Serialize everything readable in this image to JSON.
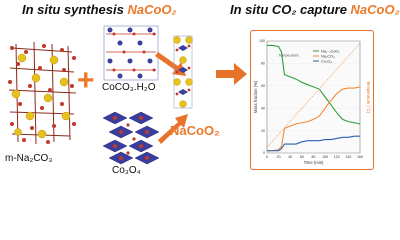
{
  "title_left": {
    "prefix": "In situ synthesis ",
    "compound": "NaCoO₂"
  },
  "title_right": {
    "prefix": "In situ CO₂ capture ",
    "compound": "NaCoO₂"
  },
  "reactants": {
    "carbonate": "m-Na₂CO₃",
    "cobalt_carbonate": "CoCO₃.H₂O",
    "cobalt_oxide": "Co₃O₄"
  },
  "plus_symbol": "+",
  "product": "NaCoO₂",
  "colors": {
    "accent": "#ec7a2b",
    "arrow": "#e8722a",
    "series_green": "#2e9e3e",
    "series_orange": "#f08a3a",
    "series_blue": "#2a5fb0"
  },
  "chart_data": {
    "type": "line",
    "xlabel": "Time (min)",
    "ylabel": "Mass fraction (%)",
    "y2label": "Temperature (°C)",
    "annotation": "Temperature",
    "legend": [
      "Na₂₋ₓCoO₂",
      "Na₂CO₃",
      "Co₃O₄"
    ],
    "x_ticks": [
      "0",
      "20",
      "40",
      "60",
      "80",
      "100",
      "120",
      "140",
      "160"
    ],
    "y_ticks": [
      "0",
      "20",
      "40",
      "60",
      "80",
      "100"
    ],
    "series": [
      {
        "name": "Na₂₋ₓCoO₂",
        "color": "#2e9e3e",
        "x": [
          0,
          10,
          20,
          25,
          30,
          40,
          50,
          60,
          70,
          80,
          90,
          100,
          110,
          120,
          130,
          140,
          150,
          160
        ],
        "y": [
          96,
          96,
          95,
          90,
          70,
          68,
          66,
          63,
          61,
          59,
          57,
          50,
          43,
          36,
          30,
          28,
          27,
          26
        ]
      },
      {
        "name": "Na₂CO₃",
        "color": "#f08a3a",
        "x": [
          0,
          10,
          20,
          25,
          30,
          40,
          50,
          60,
          70,
          80,
          90,
          100,
          110,
          120,
          130,
          140,
          150,
          160
        ],
        "y": [
          2,
          2,
          3,
          6,
          22,
          24,
          26,
          27,
          28,
          30,
          33,
          40,
          47,
          53,
          57,
          58,
          58,
          59
        ]
      },
      {
        "name": "Co₃O₄",
        "color": "#2a5fb0",
        "x": [
          0,
          10,
          20,
          25,
          30,
          40,
          50,
          60,
          70,
          80,
          90,
          100,
          110,
          120,
          130,
          140,
          150,
          160
        ],
        "y": [
          2,
          2,
          2,
          4,
          8,
          8,
          8,
          10,
          11,
          11,
          11,
          12,
          12,
          13,
          14,
          14,
          15,
          15
        ]
      },
      {
        "name": "Temperature",
        "color": "#f2a060",
        "x": [
          0,
          160
        ],
        "y": [
          5,
          98
        ]
      }
    ],
    "xlim": [
      0,
      160
    ],
    "ylim": [
      0,
      100
    ]
  }
}
